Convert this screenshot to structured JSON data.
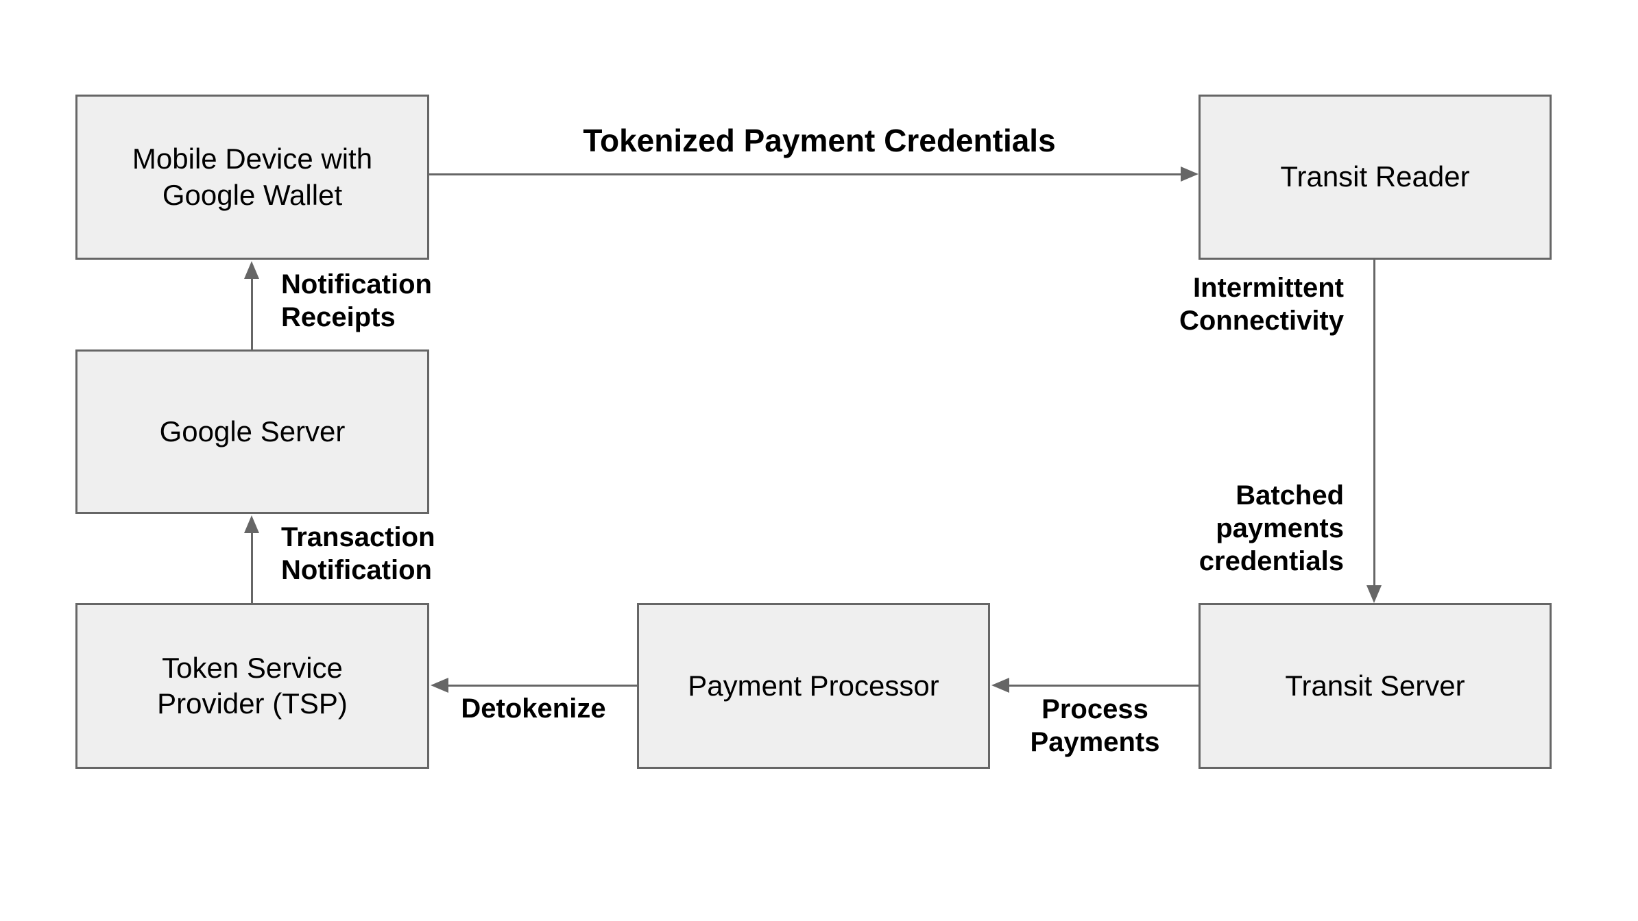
{
  "style": {
    "canvas_bg": "#ffffff",
    "box_fill": "#efefef",
    "box_border": "#666666",
    "arrow_color": "#666666",
    "text_color": "#000000"
  },
  "diagram": {
    "nodes": {
      "mobile_device": {
        "label": "Mobile Device with\nGoogle Wallet"
      },
      "transit_reader": {
        "label": "Transit Reader"
      },
      "google_server": {
        "label": "Google Server"
      },
      "token_service_provider": {
        "label": "Token Service\nProvider (TSP)"
      },
      "payment_processor": {
        "label": "Payment Processor"
      },
      "transit_server": {
        "label": "Transit Server"
      }
    },
    "edges": {
      "tokenized": {
        "label": "Tokenized Payment Credentials",
        "from": "Mobile Device with Google Wallet",
        "to": "Transit Reader",
        "direction": "right"
      },
      "connectivity": {
        "label": "Intermittent\nConnectivity",
        "label2": "Batched\npayments\ncredentials",
        "from": "Transit Reader",
        "to": "Transit Server",
        "direction": "down"
      },
      "process": {
        "label": "Process\nPayments",
        "from": "Transit Server",
        "to": "Payment Processor",
        "direction": "left"
      },
      "detokenize": {
        "label": "Detokenize",
        "from": "Payment Processor",
        "to": "Token Service Provider (TSP)",
        "direction": "left"
      },
      "transaction": {
        "label": "Transaction\nNotification",
        "from": "Token Service Provider (TSP)",
        "to": "Google Server",
        "direction": "up"
      },
      "receipts": {
        "label": "Notification\nReceipts",
        "from": "Google Server",
        "to": "Mobile Device with Google Wallet",
        "direction": "up"
      }
    }
  }
}
